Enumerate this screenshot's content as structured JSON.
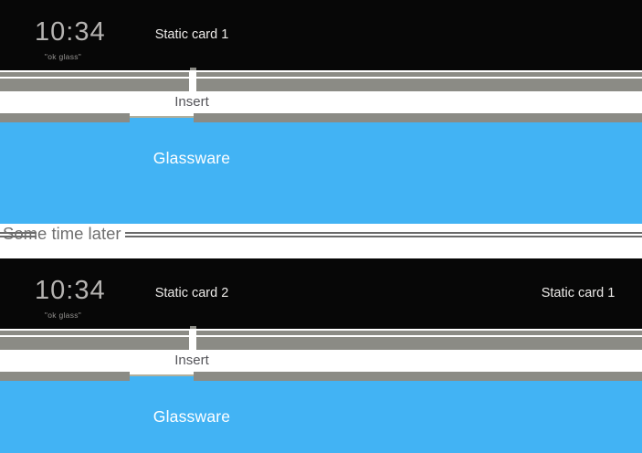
{
  "colors": {
    "card_background": "#070707",
    "timeline_strip_gray": "#8b8b85",
    "glassware_blue": "#42b3f4",
    "tab_edge_tan": "#b2af9b",
    "clock_text": "#b5b3b1",
    "card_label_text": "#edebe9",
    "insert_text": "#55555a",
    "transition_text": "#6f6f6f",
    "page_background": "#ffffff"
  },
  "timeline_1": {
    "clock": "10:34",
    "hotword": "\"ok glass\"",
    "card_labels": [
      "Static card 1"
    ],
    "insert_label": "Insert",
    "glassware_label": "Glassware"
  },
  "transition_label": "Some time later",
  "timeline_2": {
    "clock": "10:34",
    "hotword": "\"ok glass\"",
    "card_labels": [
      "Static card 2",
      "Static card 1"
    ],
    "insert_label": "Insert",
    "glassware_label": "Glassware"
  }
}
